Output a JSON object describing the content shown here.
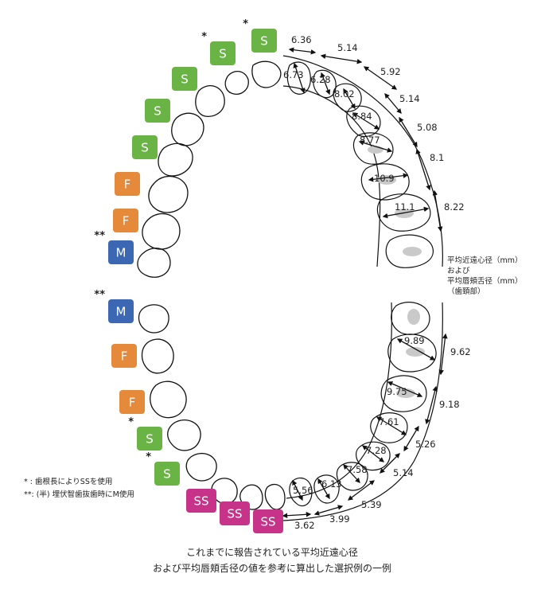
{
  "colors": {
    "S": "#6ab446",
    "F": "#e58a3a",
    "M": "#3b67b3",
    "SS": "#c8338a",
    "stroke": "#111111",
    "pulp": "#c9c9c9"
  },
  "upper_labels": [
    {
      "text": "S",
      "type": "S",
      "star": "*"
    },
    {
      "text": "S",
      "type": "S",
      "star": "*"
    },
    {
      "text": "S",
      "type": "S",
      "star": ""
    },
    {
      "text": "S",
      "type": "S",
      "star": ""
    },
    {
      "text": "S",
      "type": "S",
      "star": ""
    },
    {
      "text": "F",
      "type": "F",
      "star": ""
    },
    {
      "text": "F",
      "type": "F",
      "star": ""
    },
    {
      "text": "M",
      "type": "M",
      "star": "**"
    }
  ],
  "lower_labels": [
    {
      "text": "M",
      "type": "M",
      "star": "**"
    },
    {
      "text": "F",
      "type": "F",
      "star": ""
    },
    {
      "text": "F",
      "type": "F",
      "star": ""
    },
    {
      "text": "S",
      "type": "S",
      "star": "*"
    },
    {
      "text": "S",
      "type": "S",
      "star": "*"
    },
    {
      "text": "SS",
      "type": "SS",
      "star": ""
    },
    {
      "text": "SS",
      "type": "SS",
      "star": ""
    },
    {
      "text": "SS",
      "type": "SS",
      "star": ""
    }
  ],
  "upper_md": [
    "6.36",
    "5.14",
    "5.92",
    "5.14",
    "5.08",
    "8.1",
    "8.22"
  ],
  "upper_bl": [
    "6.73",
    "6.28",
    "8.02",
    "8.84",
    "8.77",
    "10.9",
    "11.1"
  ],
  "lower_md": [
    "9.62",
    "9.18",
    "5.26",
    "5.14",
    "5.39",
    "3.99",
    "3.62"
  ],
  "lower_bl": [
    "9.89",
    "9.75",
    "7.61",
    "7.28",
    "7.58",
    "6.13",
    "5.56"
  ],
  "legend": {
    "line1": "平均近遠心径（mm）",
    "line2": "および",
    "line3": "平均唇頬舌径（mm）",
    "line4": "（歯頚部）"
  },
  "notes": {
    "note1": "* : 歯根長によりSSを使用",
    "note2": "**: (半) 埋伏智歯抜歯時にM使用"
  },
  "caption": {
    "line1": "これまでに報告されている平均近遠心径",
    "line2": "および平均唇頬舌径の値を参考に算出した選択例の一例"
  }
}
